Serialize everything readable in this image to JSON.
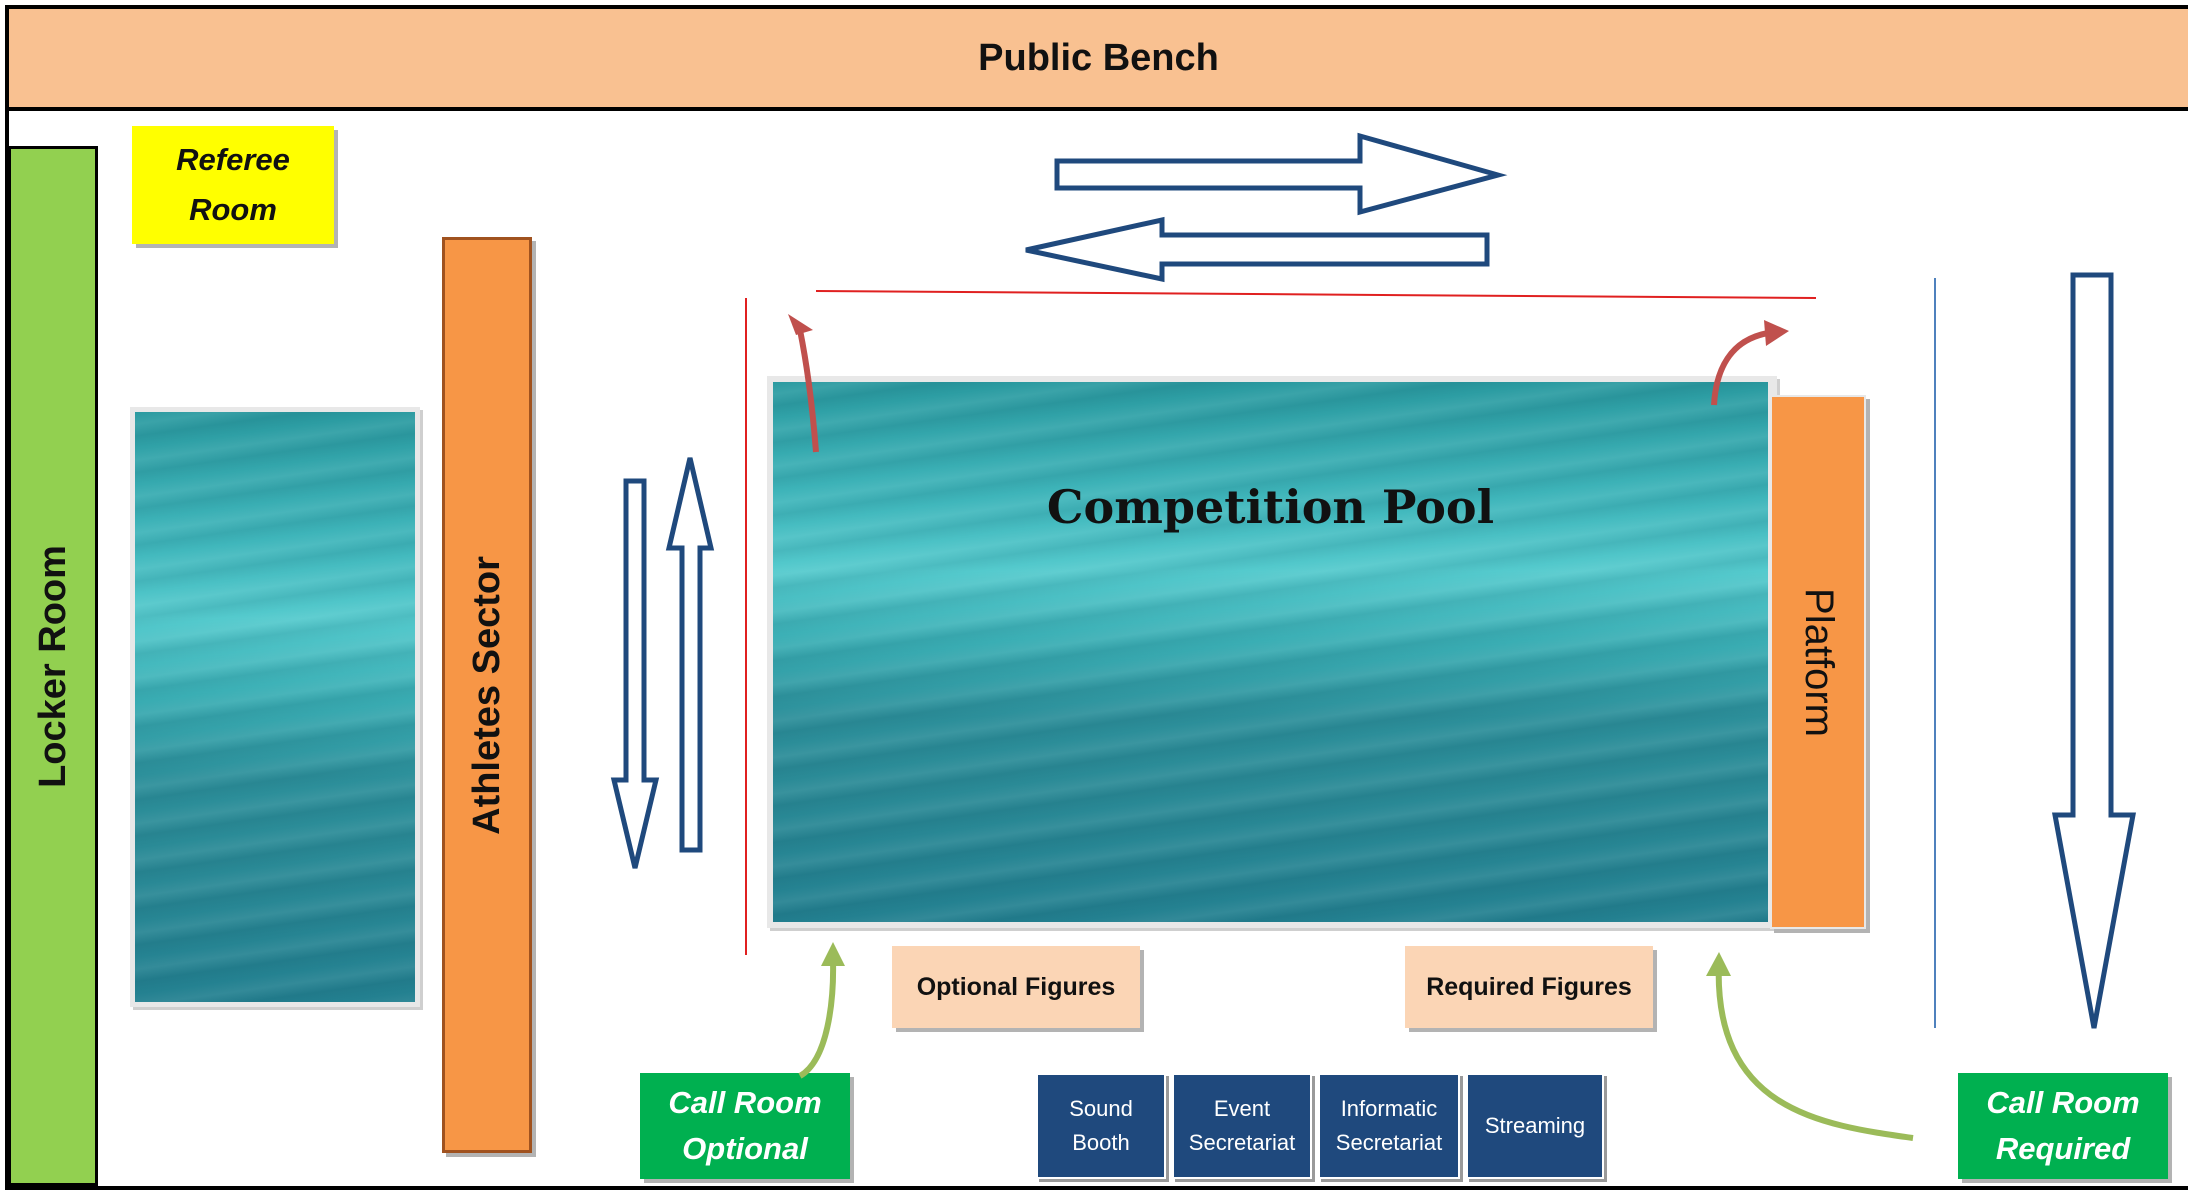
{
  "title": "Public Bench",
  "areas": {
    "locker_room": "Locker Room",
    "referee_room": [
      "Referee",
      "Room"
    ],
    "athletes_sector": "Athletes Sector",
    "competition_pool": "Competition Pool",
    "platform": "Platform",
    "optional_figures": "Optional Figures",
    "required_figures": "Required Figures",
    "call_room_optional": [
      "Call Room",
      "Optional"
    ],
    "call_room_required": [
      "Call Room",
      "Required"
    ]
  },
  "booths": [
    {
      "line1": "Sound",
      "line2": "Booth"
    },
    {
      "line1": "Event",
      "line2": "Secretariat"
    },
    {
      "line1": "Informatic",
      "line2": "Secretariat"
    },
    {
      "line1": "Streaming",
      "line2": ""
    }
  ],
  "colors": {
    "bench": "#f9c191",
    "locker": "#92d050",
    "referee": "#ffff00",
    "orange": "#f79646",
    "figures": "#fbd5b5",
    "call_room": "#00b050",
    "booth": "#1f497d",
    "flow_arrow": "#1f497d",
    "red_arrow": "#c0504d",
    "green_arrow": "#9bbb59"
  }
}
